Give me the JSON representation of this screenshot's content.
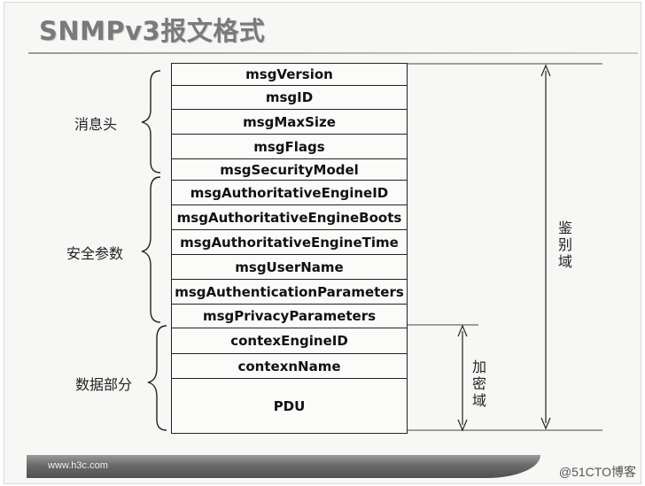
{
  "title": "SNMPv3报文格式",
  "groups": {
    "header": "消息头",
    "security": "安全参数",
    "data": "数据部分"
  },
  "fields": [
    "msgVersion",
    "msgID",
    "msgMaxSize",
    "msgFlags",
    "msgSecurityModel",
    "msgAuthoritativeEngineID",
    "msgAuthoritativeEngineBoots",
    "msgAuthoritativeEngineTime",
    "msgUserName",
    "msgAuthenticationParameters",
    "msgPrivacyParameters",
    "contexEngineID",
    "contexnName",
    "PDU"
  ],
  "scopes": {
    "auth": [
      "鉴",
      "别",
      "域"
    ],
    "encrypt": [
      "加",
      "密",
      "域"
    ]
  },
  "footer": {
    "url": "www.h3c.com",
    "watermark": "@51CTO博客"
  }
}
